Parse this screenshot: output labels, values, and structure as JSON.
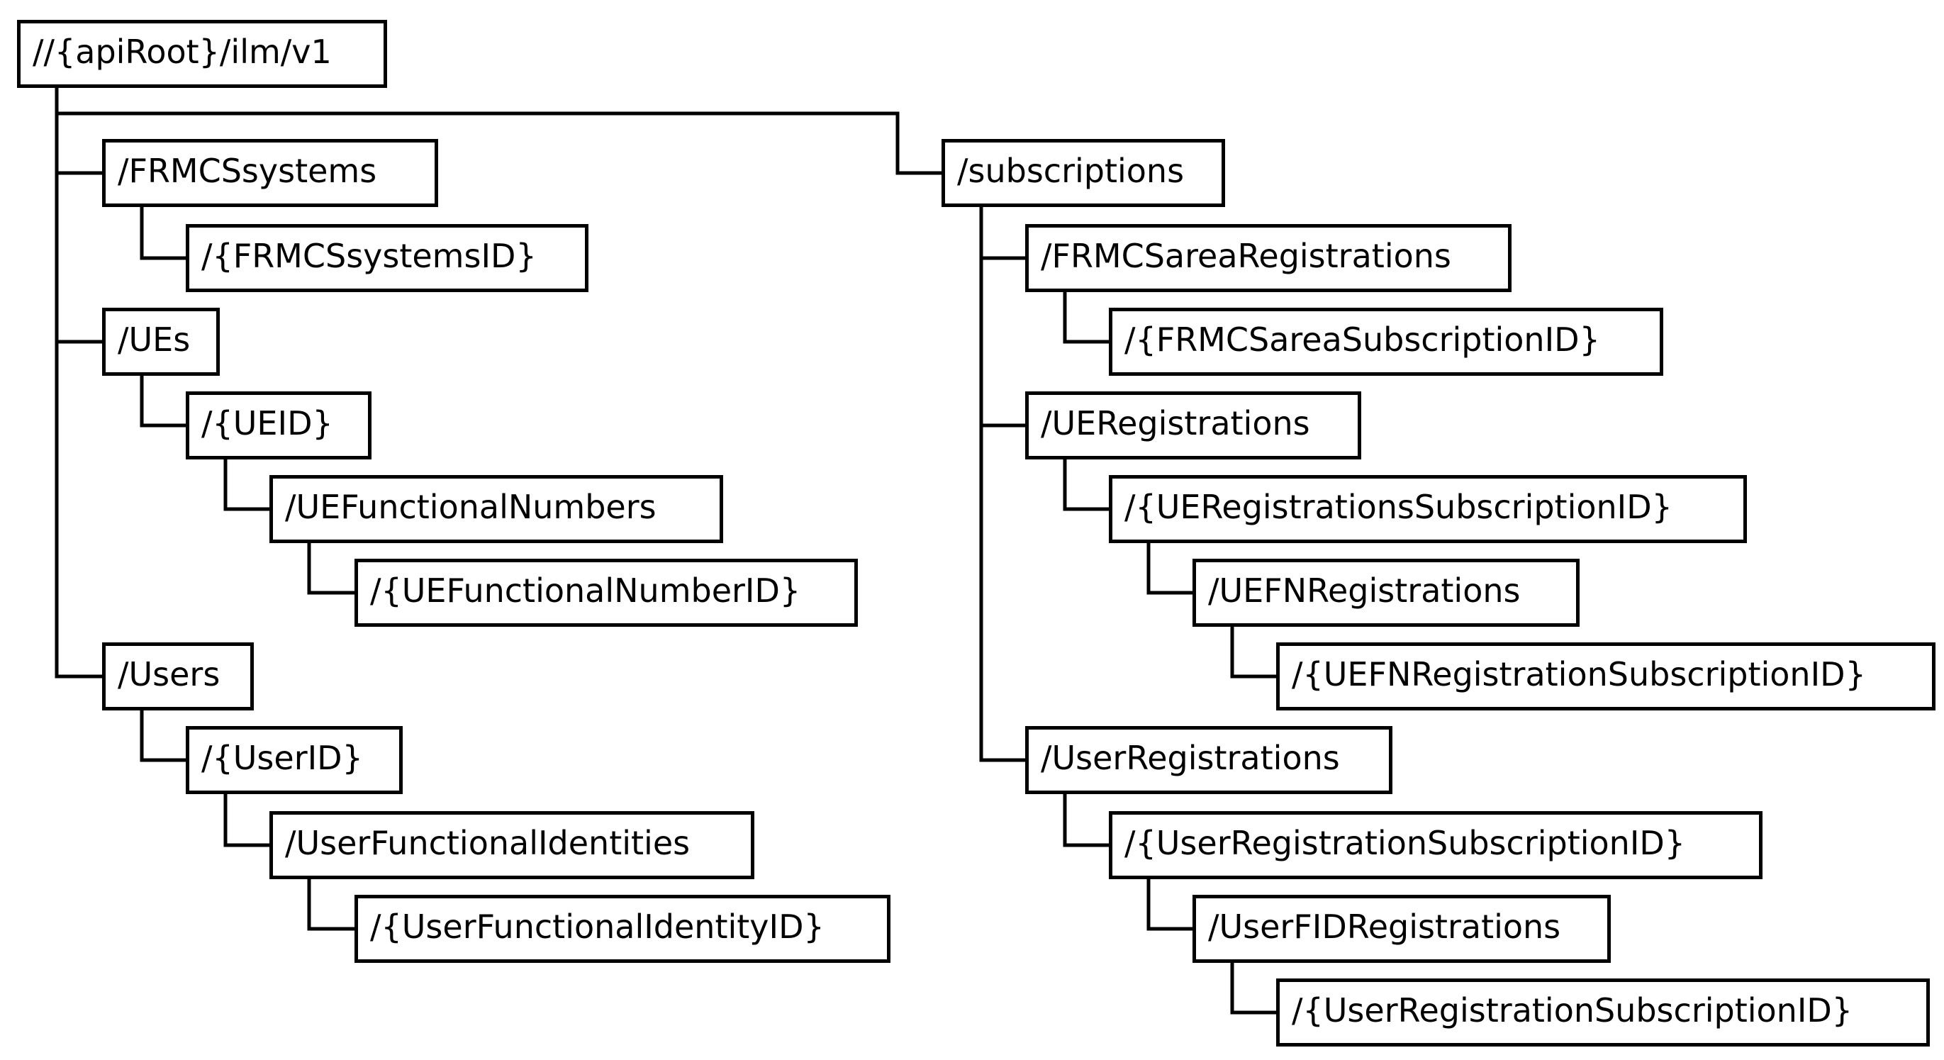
{
  "diagram": {
    "type": "resource-tree",
    "line_color": "#000000",
    "box_border_color": "#000000",
    "background": "#ffffff",
    "nodes": [
      {
        "id": "root",
        "label": "//{apiRoot}/ilm/v1",
        "parent": null
      },
      {
        "id": "frmcs-systems",
        "label": "/FRMCSsystems",
        "parent": "root"
      },
      {
        "id": "frmcs-systems-id",
        "label": "/{FRMCSsystemsID}",
        "parent": "frmcs-systems"
      },
      {
        "id": "ues",
        "label": "/UEs",
        "parent": "root"
      },
      {
        "id": "ue-id",
        "label": "/{UEID}",
        "parent": "ues"
      },
      {
        "id": "ue-functional-numbers",
        "label": "/UEFunctionalNumbers",
        "parent": "ue-id"
      },
      {
        "id": "ue-functional-number-id",
        "label": "/{UEFunctionalNumberID}",
        "parent": "ue-functional-numbers"
      },
      {
        "id": "users",
        "label": "/Users",
        "parent": "root"
      },
      {
        "id": "user-id",
        "label": "/{UserID}",
        "parent": "users"
      },
      {
        "id": "user-functional-identities",
        "label": "/UserFunctionalIdentities",
        "parent": "user-id"
      },
      {
        "id": "user-functional-identity-id",
        "label": "/{UserFunctionalIdentityID}",
        "parent": "user-functional-identities"
      },
      {
        "id": "subscriptions",
        "label": "/subscriptions",
        "parent": "root"
      },
      {
        "id": "frmcs-area-registrations",
        "label": "/FRMCSareaRegistrations",
        "parent": "subscriptions"
      },
      {
        "id": "frmcs-area-subscription-id",
        "label": "/{FRMCSareaSubscriptionID}",
        "parent": "frmcs-area-registrations"
      },
      {
        "id": "ue-registrations",
        "label": "/UERegistrations",
        "parent": "subscriptions"
      },
      {
        "id": "ue-registrations-subscription-id",
        "label": "/{UERegistrationsSubscriptionID}",
        "parent": "ue-registrations"
      },
      {
        "id": "uefn-registrations",
        "label": "/UEFNRegistrations",
        "parent": "ue-registrations-subscription-id"
      },
      {
        "id": "uefn-registration-subscription-id",
        "label": "/{UEFNRegistrationSubscriptionID}",
        "parent": "uefn-registrations"
      },
      {
        "id": "user-registrations",
        "label": "/UserRegistrations",
        "parent": "subscriptions"
      },
      {
        "id": "user-registration-subscription-id",
        "label": "/{UserRegistrationSubscriptionID}",
        "parent": "user-registrations"
      },
      {
        "id": "user-fid-registrations",
        "label": "/UserFIDRegistrations",
        "parent": "user-registration-subscription-id"
      },
      {
        "id": "user-fid-registration-subscription-id",
        "label": "/{UserRegistrationSubscriptionID}",
        "parent": "user-fid-registrations"
      }
    ]
  }
}
